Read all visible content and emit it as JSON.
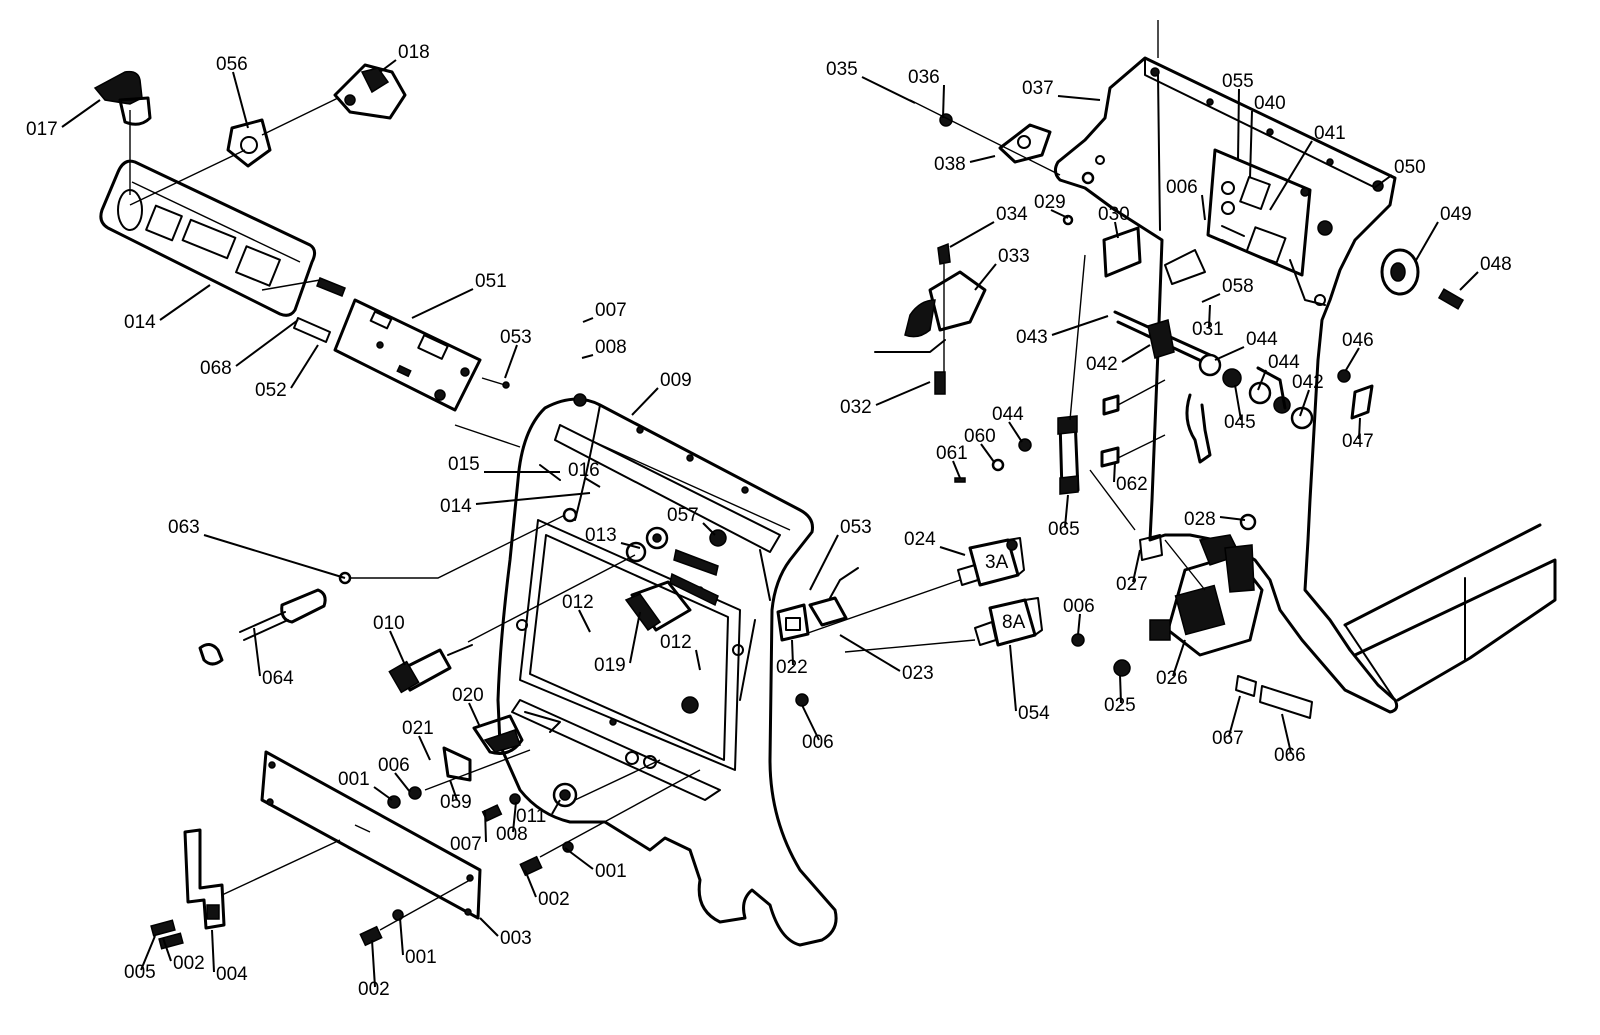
{
  "diagram": {
    "type": "exploded-parts-view",
    "labels": [
      "017",
      "056",
      "018",
      "014",
      "068",
      "052",
      "051",
      "053",
      "007",
      "008",
      "009",
      "015",
      "016",
      "014",
      "013",
      "057",
      "053",
      "063",
      "064",
      "010",
      "012",
      "019",
      "012",
      "022",
      "023",
      "006",
      "020",
      "021",
      "006",
      "001",
      "059",
      "007",
      "008",
      "011",
      "001",
      "002",
      "005",
      "002",
      "004",
      "002",
      "001",
      "003",
      "024",
      "054",
      "035",
      "036",
      "037",
      "038",
      "055",
      "040",
      "041",
      "050",
      "006",
      "029",
      "030",
      "034",
      "033",
      "032",
      "058",
      "031",
      "043",
      "042",
      "044",
      "044",
      "045",
      "042",
      "046",
      "047",
      "049",
      "048",
      "044",
      "060",
      "061",
      "065",
      "062",
      "028",
      "027",
      "006",
      "025",
      "026",
      "067",
      "066"
    ]
  }
}
